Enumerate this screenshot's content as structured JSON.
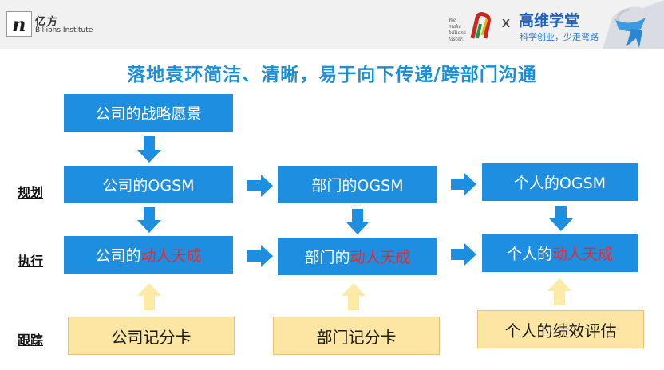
{
  "header": {
    "logo_glyph": "n",
    "logo_cn": "亿方",
    "logo_en": "Billions Institute",
    "partner_slogan": [
      "We",
      "make",
      "billions",
      "faster."
    ],
    "x_mark": "X",
    "brand_cn": "高维学堂",
    "brand_slogan": "科学创业，少走弯路"
  },
  "title": "落地袁环简洁、清晰，易于向下传递/跨部门沟通",
  "row_labels": {
    "plan": "规划",
    "execute": "执行",
    "track": "跟踪"
  },
  "boxes": {
    "vision": "公司的战略愿景",
    "company_ogsm": "公司的OGSM",
    "dept_ogsm": "部门的OGSM",
    "person_ogsm": "个人的OGSM",
    "company_exec_prefix": "公司的",
    "dept_exec_prefix": "部门的",
    "person_exec_prefix": "个人的",
    "exec_highlight": "动人天成",
    "company_track": "公司记分卡",
    "dept_track": "部门记分卡",
    "person_track": "个人的绩效评估"
  },
  "colors": {
    "primary_blue": "#1e8fe0",
    "title_blue": "#1a8fd8",
    "highlight_red": "#ff2020",
    "track_yellow": "#fde6a4",
    "up_arrow_yellow": "#fdeaa6"
  }
}
